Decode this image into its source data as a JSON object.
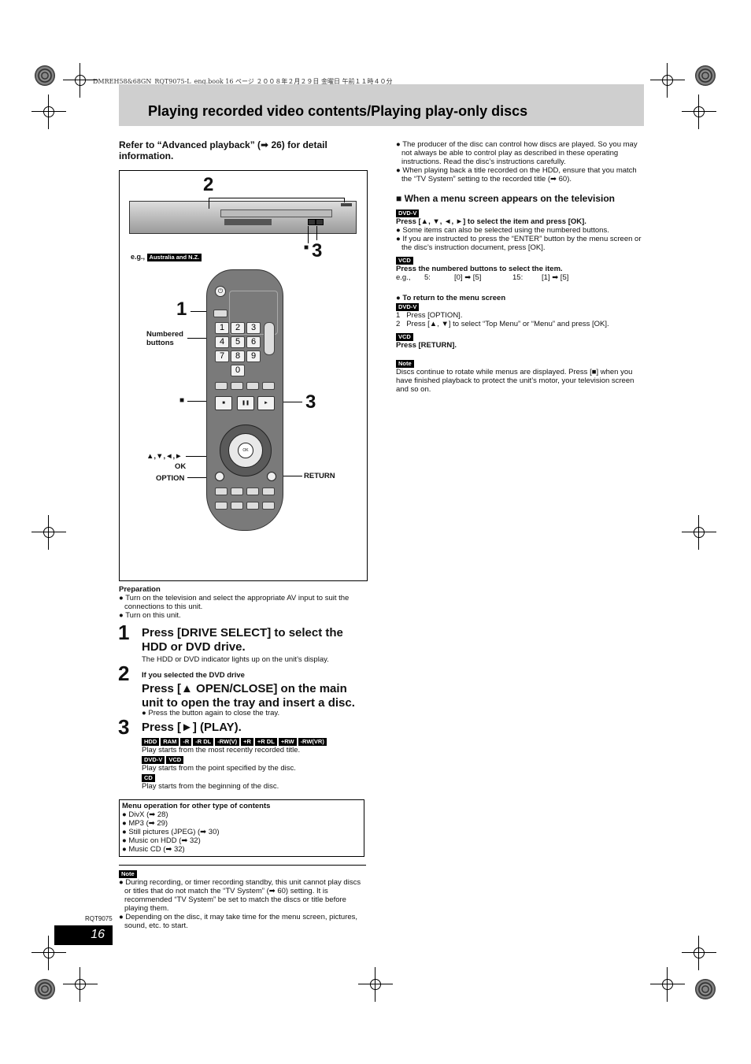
{
  "header": {
    "file_line": "DMREH58&68GN_RQT9075-L_eng.book   16 ページ   ２００８年２月２９日   金曜日   午前１１時４０分",
    "title": "Playing recorded video contents/Playing play-only discs"
  },
  "left": {
    "refer": "Refer to “Advanced playback” (➡ 26) for detail information.",
    "figure": {
      "label_2": "2",
      "label_3a": "3",
      "label_stop_sq": "■",
      "eg": "e.g.,",
      "eg_tag": "Australia and N.Z.",
      "label_1": "1",
      "numbered_buttons": "Numbered buttons",
      "stop_sq": "■",
      "label_3b": "3",
      "arrows": "▲,▼,◄,►",
      "ok": "OK",
      "option": "OPTION",
      "return": "RETURN",
      "keys": [
        "1",
        "2",
        "3",
        "4",
        "5",
        "6",
        "7",
        "8",
        "9",
        "0"
      ]
    },
    "preparation": {
      "heading": "Preparation",
      "items": [
        "Turn on the television and select the appropriate AV input to suit the connections to this unit.",
        "Turn on this unit."
      ]
    },
    "step1": {
      "num": "1",
      "title": "Press [DRIVE SELECT] to select the HDD or DVD drive.",
      "note": "The HDD or DVD indicator lights up on the unit’s display."
    },
    "step2": {
      "num": "2",
      "sub": "If you selected the DVD drive",
      "title": "Press [▲ OPEN/CLOSE] on the main unit to open the tray and insert a disc.",
      "note": "Press the button again to close the tray."
    },
    "step3": {
      "num": "3",
      "title": "Press [►] (PLAY).",
      "tags1": [
        "HDD",
        "RAM",
        "-R",
        "-R DL",
        "-RW(V)",
        "+R",
        "+R DL",
        "+RW",
        "-RW(VR)"
      ],
      "text1": "Play starts from the most recently recorded title.",
      "tags2": [
        "DVD-V",
        "VCD"
      ],
      "text2": "Play starts from the point specified by the disc.",
      "tags3": [
        "CD"
      ],
      "text3": "Play starts from the beginning of the disc."
    },
    "menubox": {
      "heading": "Menu operation for other type of contents",
      "items": [
        "DivX (➡ 28)",
        "MP3 (➡ 29)",
        "Still pictures (JPEG) (➡ 30)",
        "Music on HDD (➡ 32)",
        "Music CD (➡ 32)"
      ]
    },
    "note": {
      "label": "Note",
      "items": [
        "During recording, or timer recording standby, this unit cannot play discs or titles that do not match the “TV System” (➡ 60) setting. It is recommended “TV System” be set to match the discs or title before playing them.",
        "Depending on the disc, it may take time for the menu screen, pictures, sound, etc. to start."
      ]
    }
  },
  "right": {
    "intro": [
      "The producer of the disc can control how discs are played. So you may not always be able to control play as described in these operating instructions. Read the disc’s instructions carefully.",
      "When playing back a title recorded on the HDD, ensure that you match the “TV System” setting to the recorded title (➡ 60)."
    ],
    "menu_heading": "When a menu screen appears on the television",
    "dvdv_tag": "DVD-V",
    "dvdv_press": "Press [▲, ▼, ◄, ►] to select the item and press [OK].",
    "dvdv_items": [
      "Some items can also be selected using the numbered buttons.",
      "If you are instructed to press the “ENTER” button by the menu screen or the disc’s instruction document, press [OK]."
    ],
    "vcd_tag": "VCD",
    "vcd_press": "Press the numbered buttons to select the item.",
    "eg_line": {
      "eg": "e.g.,",
      "a": "5:",
      "b": "[0] ➡ [5]",
      "c": "15:",
      "d": "[1] ➡ [5]"
    },
    "return_heading": "To return to the menu screen",
    "dvdv_tag2": "DVD-V",
    "return_steps": [
      "1   Press [OPTION].",
      "2   Press [▲, ▼] to select “Top Menu” or “Menu” and press [OK]."
    ],
    "vcd_tag2": "VCD",
    "vcd_return": "Press [RETURN].",
    "note_label": "Note",
    "note_text": "Discs continue to rotate while menus are displayed. Press [■] when you have finished playback to protect the unit’s motor, your television screen and so on."
  },
  "footer": {
    "code": "RQT9075",
    "page": "16"
  }
}
